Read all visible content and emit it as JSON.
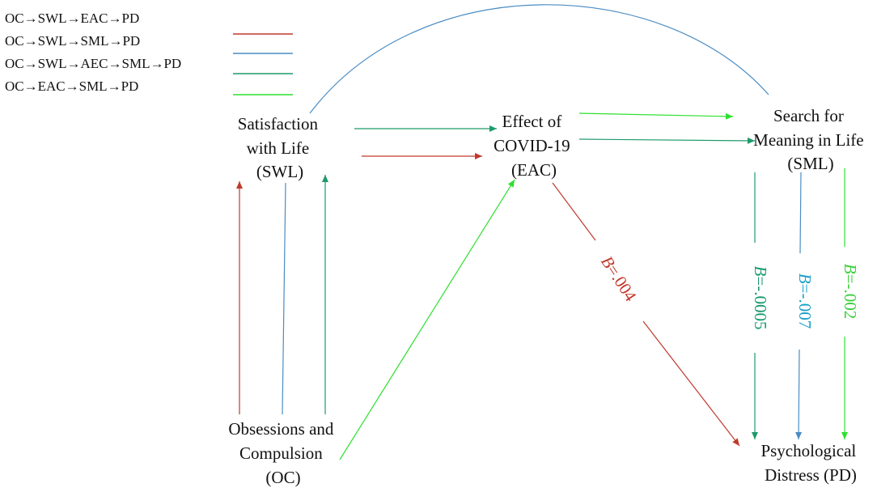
{
  "colors": {
    "red": "#c0392b",
    "blue": "#4a8cc4",
    "teal": "#1f9a6a",
    "green": "#2ee02e",
    "coef_teal": "#1a9a6e",
    "coef_cyan": "#1ba0c8",
    "coef_green": "#3bd13b"
  },
  "legend": [
    {
      "label": "OC→SWL→EAC→PD",
      "color": "#c0392b"
    },
    {
      "label": "OC→SWL→SML→PD",
      "color": "#4a8cc4"
    },
    {
      "label": "OC→SWL→AEC→SML→PD",
      "color": "#1f9a6a"
    },
    {
      "label": "OC→EAC→SML→PD",
      "color": "#2ee02e"
    }
  ],
  "nodes": {
    "swl": {
      "lines": [
        "Satisfaction",
        "with Life",
        "(SWL)"
      ]
    },
    "eac": {
      "lines": [
        "Effect of",
        "COVID-19",
        "(EAC)"
      ]
    },
    "sml": {
      "lines": [
        "Search for",
        "Meaning in Life",
        "(SML)"
      ]
    },
    "oc": {
      "lines": [
        "Obsessions  and",
        "Compulsion",
        "(OC)"
      ]
    },
    "pd": {
      "lines": [
        "Psychological",
        "Distress (PD)"
      ]
    }
  },
  "coefficients": {
    "eac_pd": {
      "italic": "B",
      "value": "=.004"
    },
    "sml_pd_1": {
      "italic": "B",
      "value": "=-.0005"
    },
    "sml_pd_2": {
      "italic": "B",
      "value": "=-.007"
    },
    "sml_pd_3": {
      "italic": "B",
      "value": "=-.002"
    }
  }
}
